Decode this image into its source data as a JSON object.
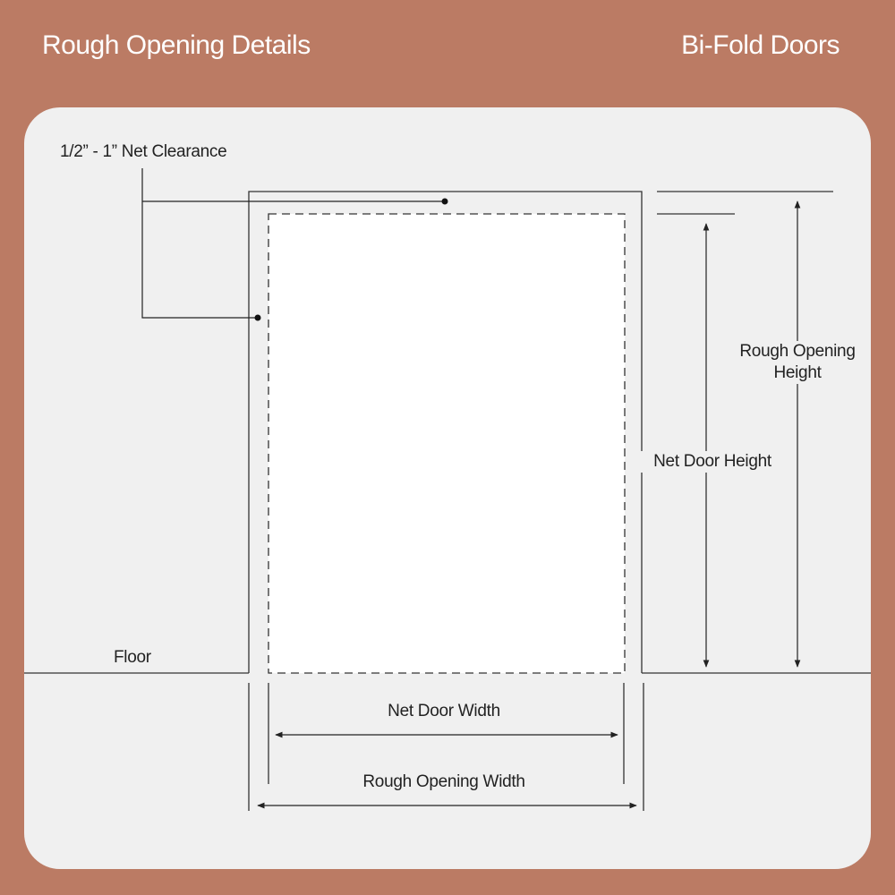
{
  "header": {
    "title_left": "Rough Opening Details",
    "title_right": "Bi-Fold Doors"
  },
  "colors": {
    "background": "#bb7b64",
    "card": "#f0f0f0",
    "door_fill": "#ffffff",
    "line": "#222222"
  },
  "diagram": {
    "labels": {
      "clearance": "1/2” - 1” Net Clearance",
      "floor": "Floor",
      "net_door_width": "Net Door Width",
      "rough_opening_width": "Rough Opening Width",
      "net_door_height": "Net Door Height",
      "rough_opening_height_line1": "Rough Opening",
      "rough_opening_height_line2": "Height"
    }
  }
}
